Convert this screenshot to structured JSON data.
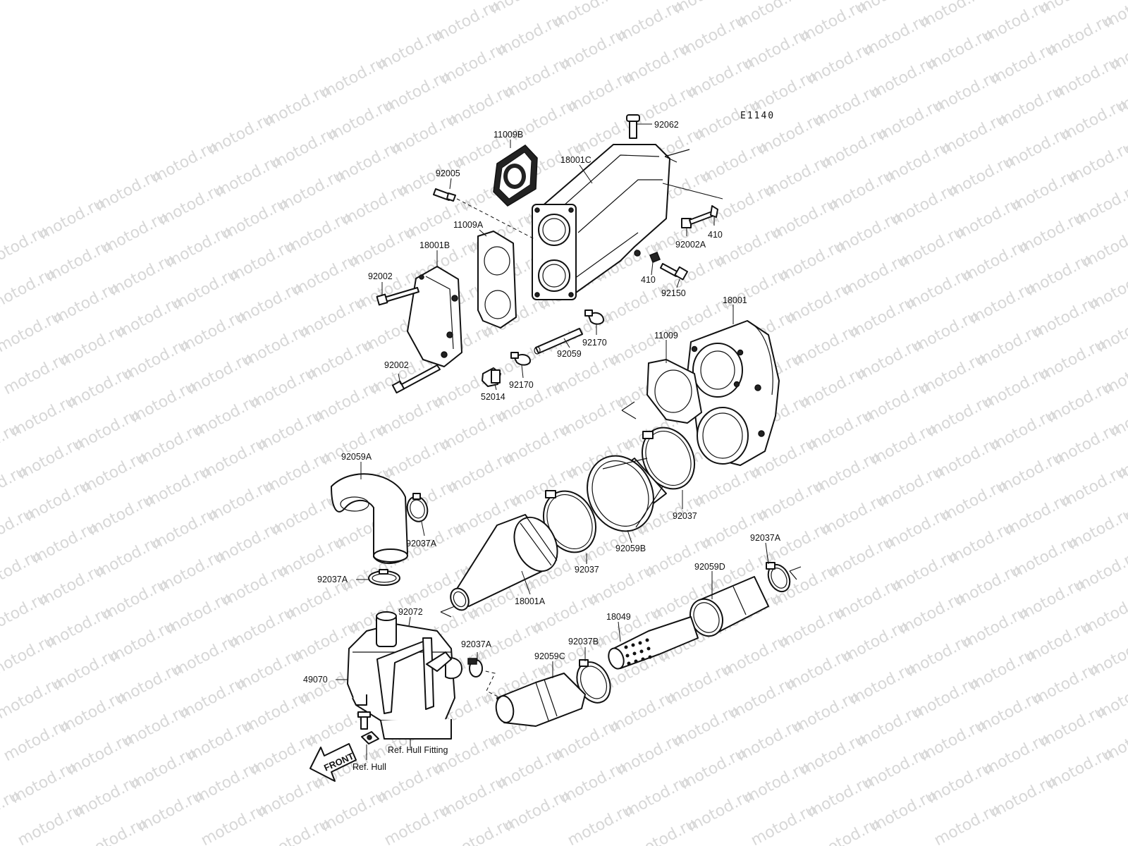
{
  "diagram_code": "E1140",
  "watermark": "motod.ru",
  "front_label": "FRONT",
  "parts": [
    {
      "id": "92062",
      "label": "92062"
    },
    {
      "id": "11009B",
      "label": "11009B"
    },
    {
      "id": "18001C",
      "label": "18001C"
    },
    {
      "id": "92005",
      "label": "92005"
    },
    {
      "id": "410a",
      "label": "410"
    },
    {
      "id": "92002A",
      "label": "92002A"
    },
    {
      "id": "11009A",
      "label": "11009A"
    },
    {
      "id": "18001B",
      "label": "18001B"
    },
    {
      "id": "92002a",
      "label": "92002"
    },
    {
      "id": "410b",
      "label": "410"
    },
    {
      "id": "92150",
      "label": "92150"
    },
    {
      "id": "18001",
      "label": "18001"
    },
    {
      "id": "92170a",
      "label": "92170"
    },
    {
      "id": "92059",
      "label": "92059"
    },
    {
      "id": "11009",
      "label": "11009"
    },
    {
      "id": "92002b",
      "label": "92002"
    },
    {
      "id": "92170b",
      "label": "92170"
    },
    {
      "id": "52014",
      "label": "52014"
    },
    {
      "id": "92059A",
      "label": "92059A"
    },
    {
      "id": "92037a",
      "label": "92037"
    },
    {
      "id": "92037A_a",
      "label": "92037A"
    },
    {
      "id": "92059B",
      "label": "92059B"
    },
    {
      "id": "92037b",
      "label": "92037"
    },
    {
      "id": "92037A_b",
      "label": "92037A"
    },
    {
      "id": "92037A_c",
      "label": "92037A"
    },
    {
      "id": "92059D",
      "label": "92059D"
    },
    {
      "id": "18001A",
      "label": "18001A"
    },
    {
      "id": "92072",
      "label": "92072"
    },
    {
      "id": "18049",
      "label": "18049"
    },
    {
      "id": "92037B",
      "label": "92037B"
    },
    {
      "id": "92037A_d",
      "label": "92037A"
    },
    {
      "id": "92059C",
      "label": "92059C"
    },
    {
      "id": "49070",
      "label": "49070"
    },
    {
      "id": "ref_hull_fitting",
      "label": "Ref. Hull Fitting"
    },
    {
      "id": "ref_hull",
      "label": "Ref. Hull"
    }
  ]
}
